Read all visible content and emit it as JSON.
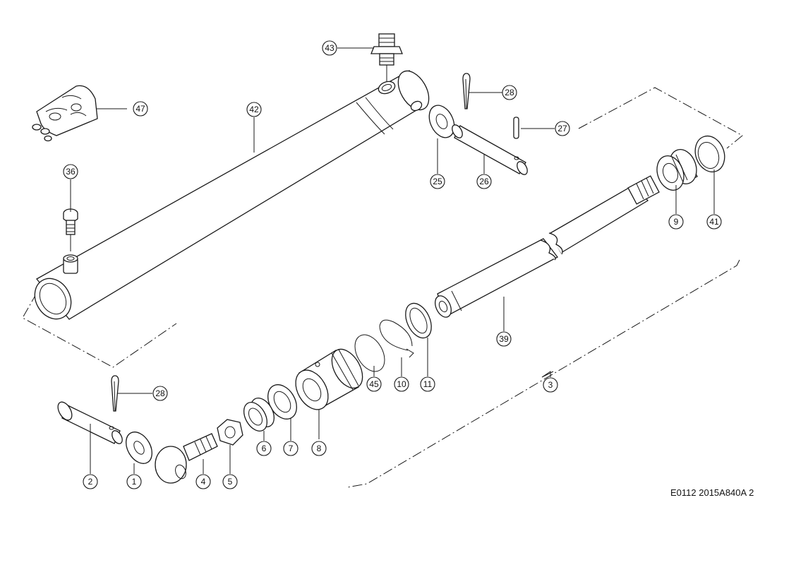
{
  "callouts": [
    {
      "id": "c43",
      "label": "43"
    },
    {
      "id": "c47",
      "label": "47"
    },
    {
      "id": "c42",
      "label": "42"
    },
    {
      "id": "c28a",
      "label": "28"
    },
    {
      "id": "c27",
      "label": "27"
    },
    {
      "id": "c25",
      "label": "25"
    },
    {
      "id": "c26",
      "label": "26"
    },
    {
      "id": "c36",
      "label": "36"
    },
    {
      "id": "c9",
      "label": "9"
    },
    {
      "id": "c41",
      "label": "41"
    },
    {
      "id": "c39",
      "label": "39"
    },
    {
      "id": "c3",
      "label": "3"
    },
    {
      "id": "c28b",
      "label": "28"
    },
    {
      "id": "c45",
      "label": "45"
    },
    {
      "id": "c10",
      "label": "10"
    },
    {
      "id": "c11",
      "label": "11"
    },
    {
      "id": "c8",
      "label": "8"
    },
    {
      "id": "c7",
      "label": "7"
    },
    {
      "id": "c6",
      "label": "6"
    },
    {
      "id": "c5",
      "label": "5"
    },
    {
      "id": "c4",
      "label": "4"
    },
    {
      "id": "c1",
      "label": "1"
    },
    {
      "id": "c2",
      "label": "2"
    }
  ],
  "drawing_reference": "E0112 2015A840A 2"
}
